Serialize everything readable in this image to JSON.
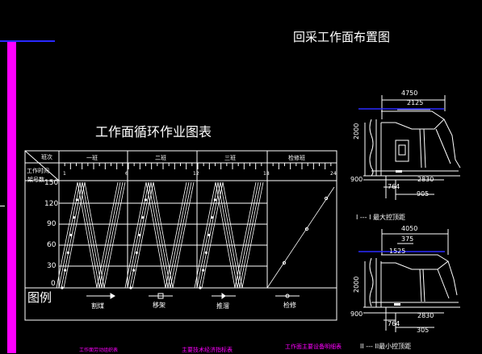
{
  "title_main": "回采工作面布置图",
  "chart": {
    "title": "工作面循环作业图表",
    "header": {
      "corner_top": "班次",
      "corner_mid": "工作时间",
      "corner_bottom": "架号数",
      "shifts": [
        "一班",
        "二班",
        "三班",
        "检修班"
      ],
      "hour_ticks": [
        "1",
        "6",
        "12",
        "18",
        "24"
      ]
    },
    "y_labels": [
      "150",
      "120",
      "90",
      "60",
      "30",
      "0"
    ],
    "legend": {
      "title": "图例",
      "items": [
        "割煤",
        "移架",
        "推溜",
        "检修"
      ]
    }
  },
  "section_upper": {
    "dim_top_outer": "4750",
    "dim_top_inner": "2125",
    "dim_height": "2000",
    "dim_left": "900",
    "dim_bottom_right": "2830",
    "dim_bottom_small": "764",
    "dim_bottom_inner": "905",
    "caption": "I --- I 最大控顶距"
  },
  "section_lower": {
    "dim_top_outer": "4050",
    "dim_top_mid": "375",
    "dim_top_inner": "1525",
    "dim_height": "2000",
    "dim_left": "900",
    "dim_bottom_right": "2830",
    "dim_bottom_small": "764",
    "dim_bottom_inner": "305",
    "caption": "II --- II最小控顶距"
  },
  "footer": [
    "工作面劳动组织表",
    "主要技术经济指标表",
    "工作面主要设备明细表"
  ],
  "colors": {
    "accent": "#ff00ff",
    "blue": "#2222ff",
    "line": "#ffffff"
  }
}
